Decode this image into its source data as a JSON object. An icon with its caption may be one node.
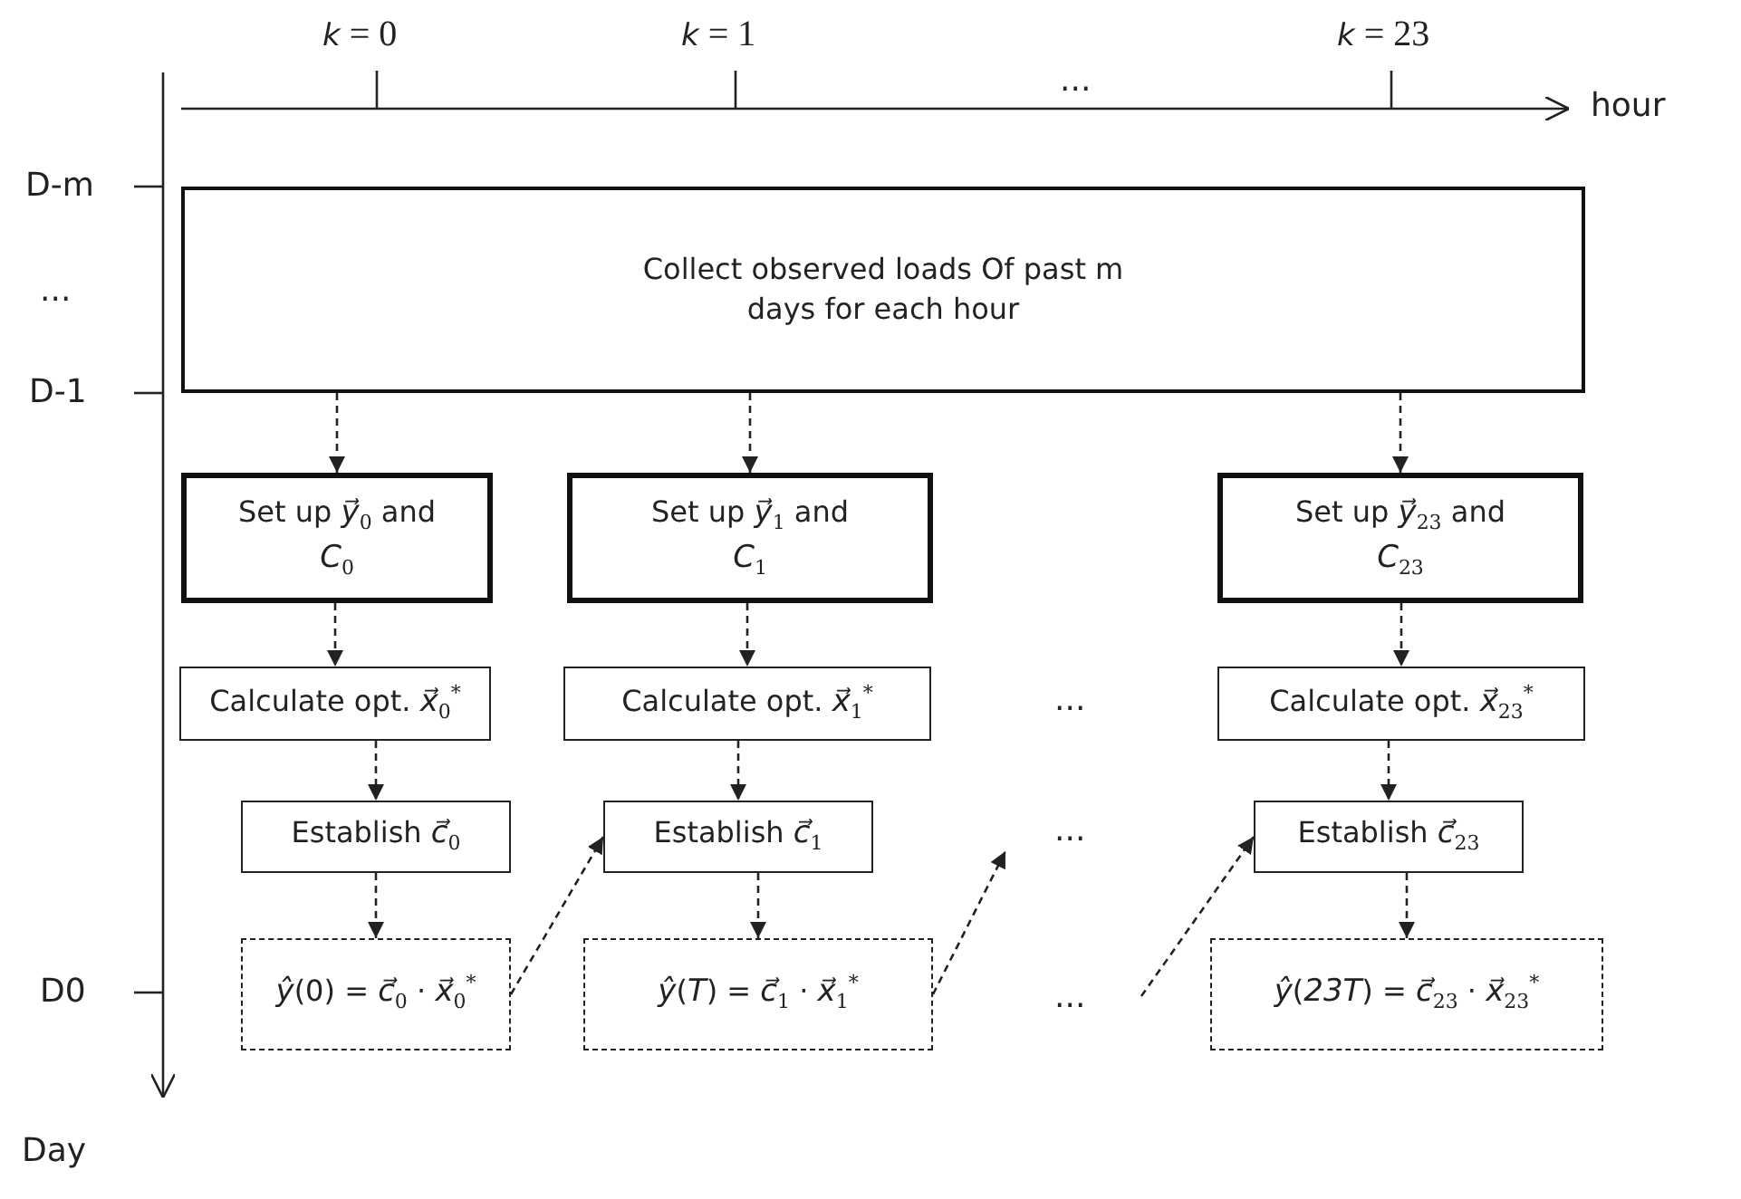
{
  "diagram": {
    "nodes": [
      {
        "text": [
          "Collect observed loads Of past m days for each hour"
        ]
      },
      {
        "text": [
          "Set up *y⃗*$_{0}$ and *C*$_{0}$"
        ]
      },
      {
        "text": [
          "Set up *y⃗*$_{1}$ and *C*$_{1}$"
        ]
      },
      {
        "text": [
          "Set up *y⃗*$_{23}$ and *C*$_{23}$"
        ]
      },
      {
        "text": [
          "Calculate opt. *x⃗*$_{0}$$^{*}$"
        ]
      },
      {
        "text": [
          "Calculate opt. *x⃗*$_{1}$$^{*}$"
        ]
      },
      {
        "text": [
          "Calculate opt. *x⃗*$_{23}$$^{*}$"
        ]
      },
      {
        "text": [
          "Establish *c⃗*$_{0}$"
        ]
      },
      {
        "text": [
          "Establish *c⃗*$_{1}$"
        ]
      },
      {
        "text": [
          "Establish *c⃗*$_{23}$"
        ]
      },
      {
        "text": [
          "*ŷ*(0) = *c⃗*$_{0}$ · *x⃗*$_{0}$$^{*}$"
        ]
      },
      {
        "text": [
          "*ŷ*(*T*) = *c⃗*$_{1}$ · *x⃗*$_{1}$$^{*}$"
        ]
      },
      {
        "text": [
          "*ŷ*(*23T*) = *c⃗*$_{23}$ · *x⃗*$_{23}$$^{*}$"
        ]
      }
    ],
    "edges": [
      {
        "from": 0,
        "to": 1,
        "arrow": "to",
        "style": "dashed"
      },
      {
        "from": 0,
        "to": 2,
        "arrow": "to",
        "style": "dashed"
      },
      {
        "from": 0,
        "to": 3,
        "arrow": "to",
        "style": "dashed"
      },
      {
        "from": 1,
        "to": 4,
        "arrow": "to",
        "style": "dashed"
      },
      {
        "from": 2,
        "to": 5,
        "arrow": "to",
        "style": "dashed"
      },
      {
        "from": 3,
        "to": 6,
        "arrow": "to",
        "style": "dashed"
      },
      {
        "from": 4,
        "to": 7,
        "arrow": "to",
        "style": "dashed"
      },
      {
        "from": 5,
        "to": 8,
        "arrow": "to",
        "style": "dashed"
      },
      {
        "from": 6,
        "to": 9,
        "arrow": "to",
        "style": "dashed"
      },
      {
        "from": 7,
        "to": 10,
        "arrow": "to",
        "style": "dashed"
      },
      {
        "from": 8,
        "to": 11,
        "arrow": "to",
        "style": "dashed"
      },
      {
        "from": 9,
        "to": 12,
        "arrow": "to",
        "style": "dashed"
      },
      {
        "from": 10,
        "to": 8,
        "arrow": "to",
        "style": "dashed"
      },
      {
        "from": 11,
        "to": null,
        "arrow": "to",
        "style": "dashed"
      },
      {
        "from": null,
        "to": 9,
        "arrow": "to",
        "style": "dashed"
      }
    ],
    "labels": [
      "*k* = 0",
      "*k* = 1",
      "*k* = 23",
      "...",
      "hour",
      "D-m",
      "...",
      "D-1",
      "...",
      "...",
      "D0",
      "...",
      "Day"
    ]
  }
}
